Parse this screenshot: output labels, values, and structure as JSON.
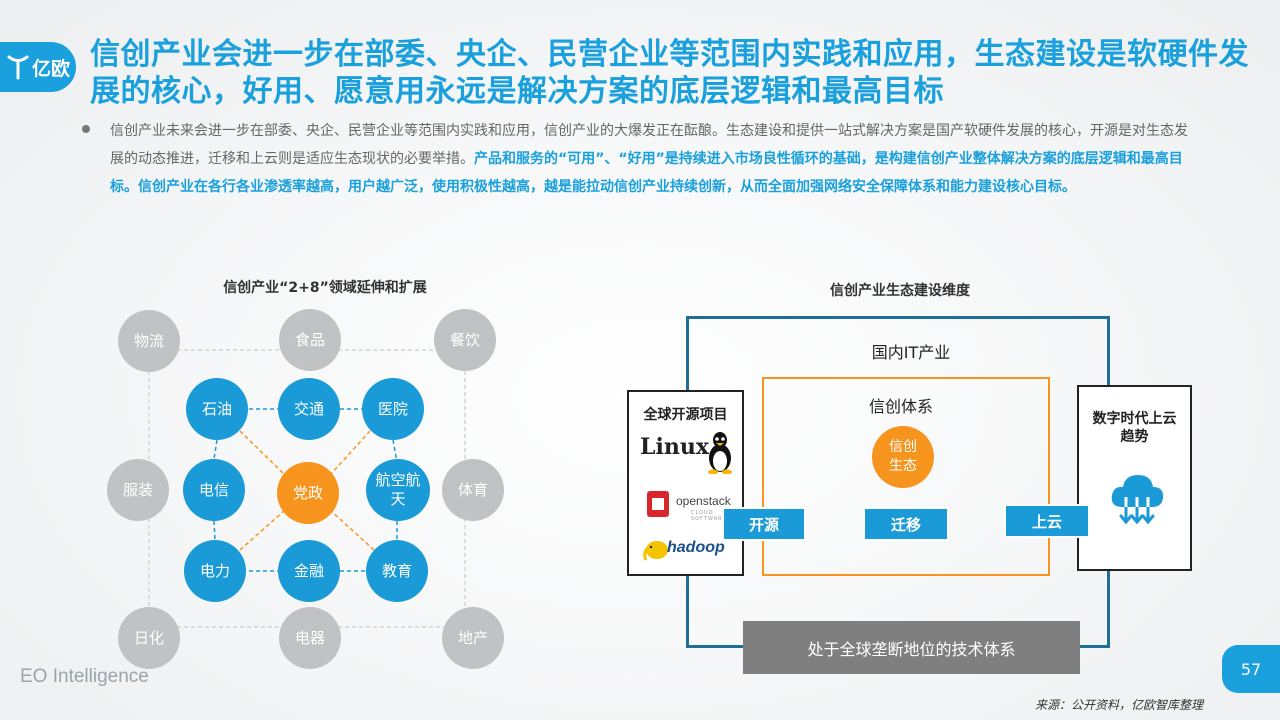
{
  "logo": {
    "text": "亿欧"
  },
  "title": "信创产业会进一步在部委、央企、民营企业等范围内实践和应用，生态建设是软硬件发展的核心，好用、愿意用永远是解决方案的底层逻辑和最高目标",
  "body": {
    "normal": "信创产业未来会进一步在部委、央企、民营企业等范围内实践和应用，信创产业的大爆发正在酝酿。生态建设和提供一站式解决方案是国产软硬件发展的核心，开源是对生态发展的动态推进，迁移和上云则是适应生态现状的必要举措。",
    "highlight": "产品和服务的“可用”、“好用”是持续进入市场良性循环的基础，是构建信创产业整体解决方案的底层逻辑和最高目标。信创产业在各行各业渗透率越高，用户越广泛，使用积极性越高，越是能拉动信创产业持续创新，从而全面加强网络安全保障体系和能力建设核心目标。"
  },
  "left_diagram": {
    "title": "信创产业“2+8”领域延伸和扩展",
    "outer": [
      "物流",
      "食品",
      "餐饮",
      "服装",
      "体育",
      "日化",
      "电器",
      "地产"
    ],
    "inner": [
      "石油",
      "交通",
      "医院",
      "电信",
      "航空航天",
      "电力",
      "金融",
      "教育"
    ],
    "center": "党政"
  },
  "right_diagram": {
    "title": "信创产业生态建设维度",
    "outer_label": "国内IT产业",
    "inner_label": "信创体系",
    "center_circle": "信创生态",
    "left_panel": {
      "title": "全球开源项目",
      "logos": [
        "Linux",
        "openstack",
        "hadoop"
      ],
      "logo_sub": "CLOUD SOFTWARE"
    },
    "right_panel": {
      "title": "数字时代上云趋势"
    },
    "tags": {
      "open_source": "开源",
      "migrate": "迁移",
      "cloud": "上云"
    },
    "bottom": "处于全球垄断地位的技术体系"
  },
  "footer": {
    "brand": "EO Intelligence",
    "page": "57",
    "source": "来源：公开资料，亿欧智库整理"
  },
  "colors": {
    "accent": "#1aa0dc",
    "orange": "#f7941d",
    "gray": "#c1c2c4",
    "dark_blue": "#1f6e97"
  }
}
